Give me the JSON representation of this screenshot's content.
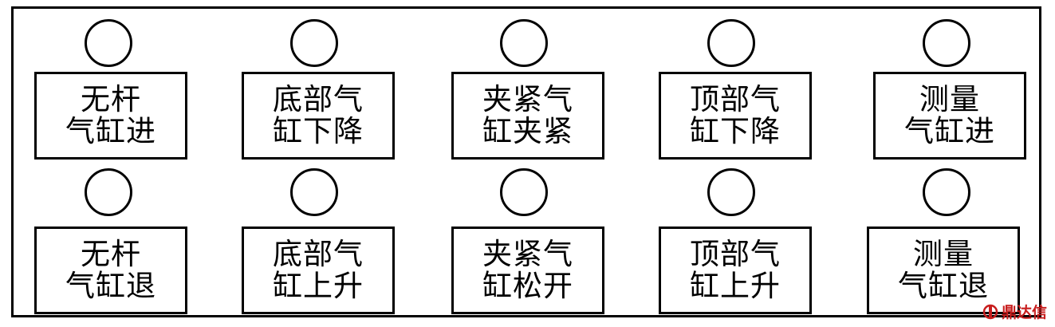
{
  "panel": {
    "rows": [
      {
        "buttons": [
          {
            "id": "rodless-cylinder-advance",
            "label": "无杆\n气缸进"
          },
          {
            "id": "bottom-cylinder-lower",
            "label": "底部气\n缸下降"
          },
          {
            "id": "clamp-cylinder-clamp",
            "label": "夹紧气\n缸夹紧"
          },
          {
            "id": "top-cylinder-lower",
            "label": "顶部气\n缸下降"
          },
          {
            "id": "measure-cylinder-advance",
            "label": "测量\n气缸进"
          }
        ]
      },
      {
        "buttons": [
          {
            "id": "rodless-cylinder-retract",
            "label": "无杆\n气缸退"
          },
          {
            "id": "bottom-cylinder-raise",
            "label": "底部气\n缸上升"
          },
          {
            "id": "clamp-cylinder-release",
            "label": "夹紧气\n缸松开"
          },
          {
            "id": "top-cylinder-raise",
            "label": "顶部气\n缸上升"
          },
          {
            "id": "measure-cylinder-retract",
            "label": "测量\n气缸退"
          }
        ]
      }
    ]
  },
  "watermark": {
    "text": "鼎达信",
    "icon": "brand-logo-icon",
    "color": "#c81e1e"
  }
}
